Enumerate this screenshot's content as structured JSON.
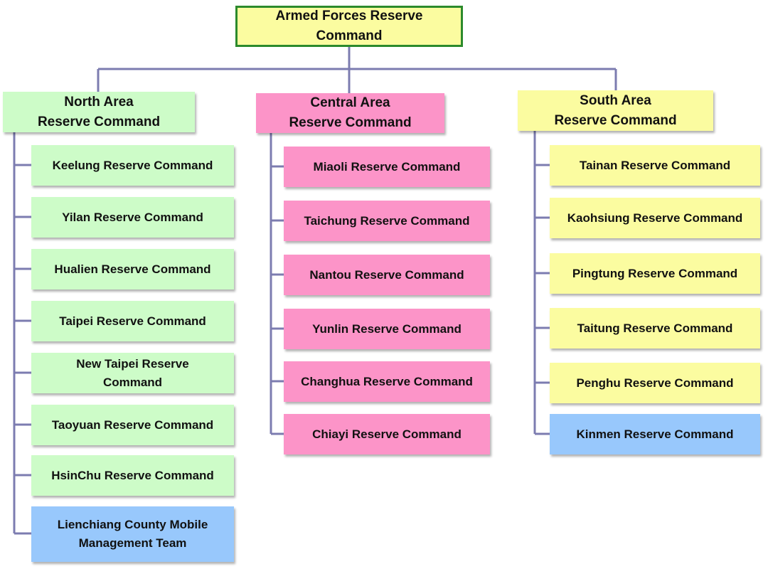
{
  "colors": {
    "connector": "#7c7cb0",
    "root_border": "#2c8a2c",
    "north_fill": "#cdfcc8",
    "central_fill": "#fc94c8",
    "south_fill": "#fbfca0",
    "special_fill": "#98c8fc"
  },
  "root": {
    "label": "Armed Forces Reserve\nCommand"
  },
  "north": {
    "label": "North Area\nReserve Command",
    "items": [
      "Keelung  Reserve Command",
      "Yilan Reserve Command",
      "Hualien  Reserve Command",
      "Taipei  Reserve Command",
      "New Taipei Reserve\nCommand",
      "Taoyuan  Reserve Command",
      "HsinChu  Reserve Command",
      "Lienchiang  County  Mobile\nManagement Team"
    ]
  },
  "central": {
    "label": "Central Area\nReserve Command",
    "items": [
      "Miaoli  Reserve Command",
      "Taichung  Reserve Command",
      "Nantou  Reserve Command",
      "Yunlin  Reserve Command",
      "Changhua  Reserve Command",
      "Chiayi Reserve Command"
    ]
  },
  "south": {
    "label": "South Area\nReserve Command",
    "items": [
      "Tainan  Reserve Command",
      "Kaohsiung  Reserve Command",
      "Pingtung  Reserve Command",
      "Taitung  Reserve Command",
      "Penghu Reserve Command",
      "Kinmen  Reserve Command"
    ]
  }
}
